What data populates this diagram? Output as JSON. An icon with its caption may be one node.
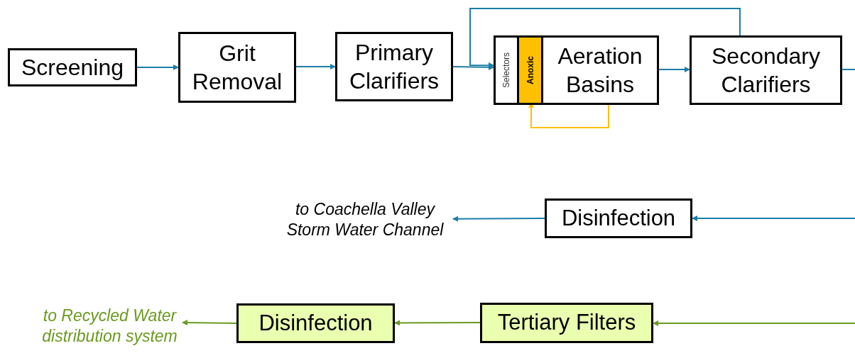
{
  "diagram": {
    "nodes": [
      {
        "text": [
          "Screening"
        ]
      },
      {
        "text": [
          "Grit Removal"
        ]
      },
      {
        "text": [
          "Primary Clarifiers"
        ]
      },
      {
        "text": [
          "Aeration Basins"
        ]
      },
      {
        "text": [
          "Selectors"
        ],
        "in": 3
      },
      {
        "text": [
          "Anoxic"
        ],
        "in": 3
      },
      {
        "text": [
          "Secondary Clarifiers"
        ]
      },
      {
        "text": [
          "to Coachella Valley Storm Water Channel"
        ]
      },
      {
        "text": [
          "Disinfection"
        ]
      },
      {
        "text": [
          "to Recycled Water distribution system"
        ]
      },
      {
        "text": [
          "Disinfection"
        ]
      },
      {
        "text": [
          "Tertiary Filters"
        ]
      }
    ],
    "edges": [
      {
        "from": 0,
        "to": 1,
        "arrow": "to"
      },
      {
        "from": 1,
        "to": 2,
        "arrow": "to"
      },
      {
        "from": 2,
        "to": 3,
        "arrow": "to"
      },
      {
        "from": 6,
        "to": 3,
        "arrow": "to"
      },
      {
        "from": 3,
        "to": 5,
        "arrow": "to",
        "color": "#ffc000"
      },
      {
        "from": 3,
        "to": 6,
        "arrow": "to"
      },
      {
        "from": 6,
        "to": null,
        "arrow": "none"
      },
      {
        "from": null,
        "to": 8,
        "arrow": "to"
      },
      {
        "from": 8,
        "to": 7,
        "arrow": "to"
      },
      {
        "from": null,
        "to": 11,
        "arrow": "to",
        "color": "#6a9a1f"
      },
      {
        "from": 11,
        "to": 10,
        "arrow": "to",
        "color": "#6a9a1f"
      },
      {
        "from": 10,
        "to": 9,
        "arrow": "to",
        "color": "#6a9a1f"
      }
    ]
  }
}
